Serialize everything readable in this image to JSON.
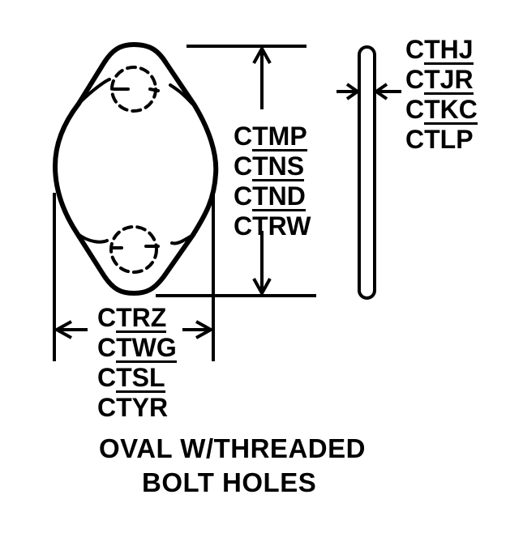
{
  "diagram": {
    "title_line1": "OVAL W/THREADED",
    "title_line2": "BOLT HOLES",
    "height_codes": [
      {
        "code": "CTMP",
        "underlined": true
      },
      {
        "code": "CTNS",
        "underlined": true
      },
      {
        "code": "CTND",
        "underlined": true
      },
      {
        "code": "CTRW",
        "underlined": false
      }
    ],
    "width_codes": [
      {
        "code": "CTRZ",
        "underlined": true
      },
      {
        "code": "CTWG",
        "underlined": true
      },
      {
        "code": "CTSL",
        "underlined": true
      },
      {
        "code": "CTYR",
        "underlined": false
      }
    ],
    "thickness_codes": [
      {
        "code": "CTHJ",
        "underlined": true
      },
      {
        "code": "CTJR",
        "underlined": true
      },
      {
        "code": "CTKC",
        "underlined": true
      },
      {
        "code": "CTLP",
        "underlined": false
      }
    ],
    "line_color": "#000000"
  }
}
